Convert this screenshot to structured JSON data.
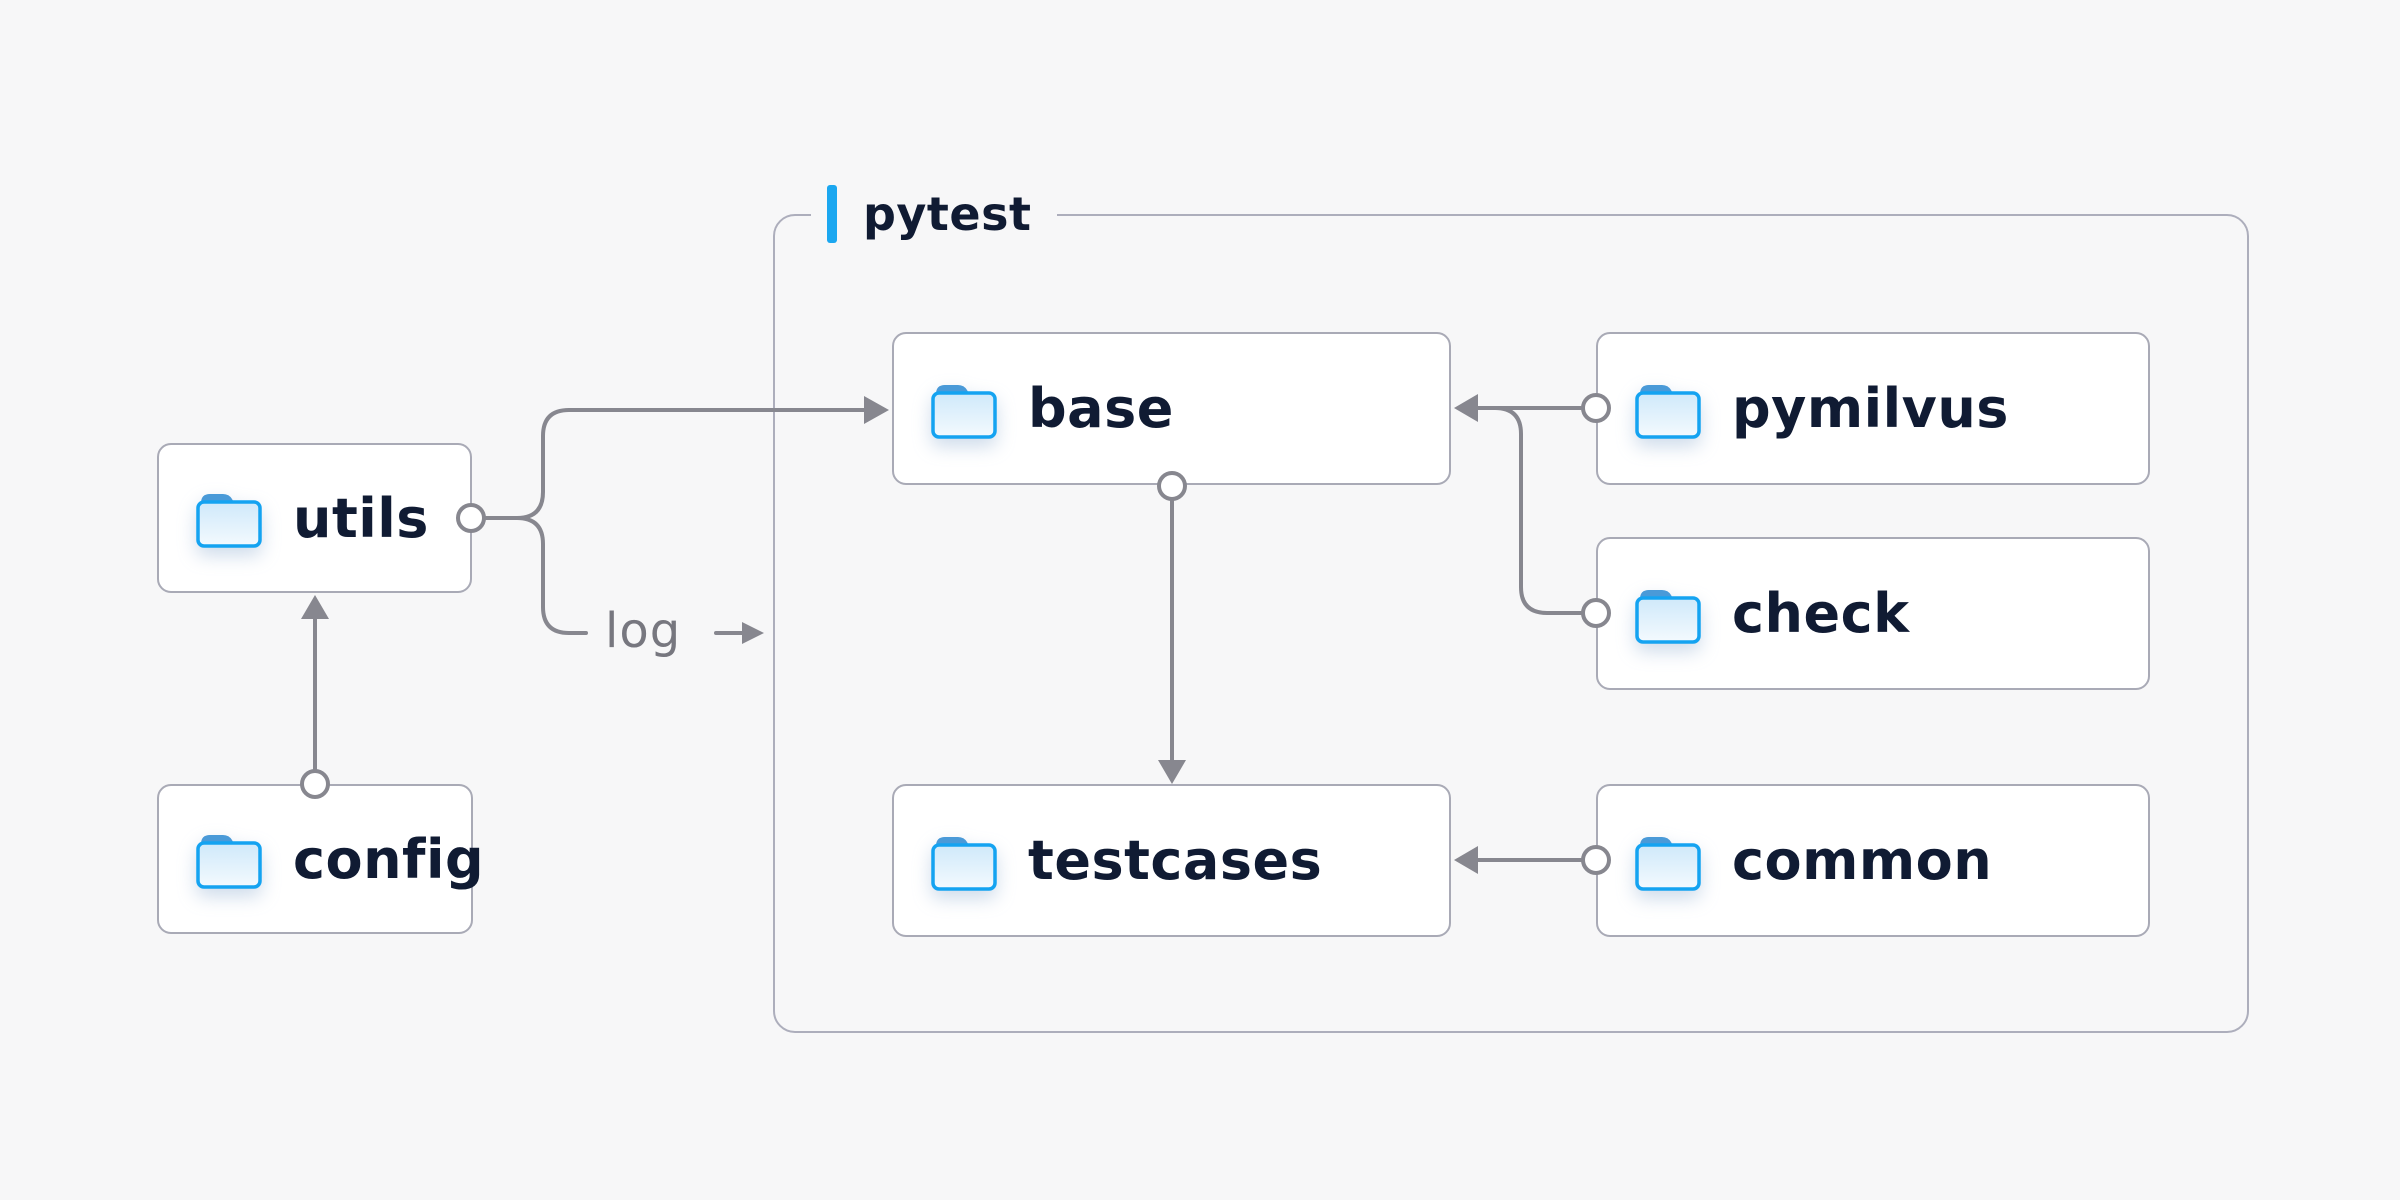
{
  "container": {
    "label": "pytest"
  },
  "nodes": [
    {
      "id": "utils",
      "label": "utils"
    },
    {
      "id": "config",
      "label": "config"
    },
    {
      "id": "base",
      "label": "base"
    },
    {
      "id": "pymilvus",
      "label": "pymilvus"
    },
    {
      "id": "check",
      "label": "check"
    },
    {
      "id": "testcases",
      "label": "testcases"
    },
    {
      "id": "common",
      "label": "common"
    }
  ],
  "edge_label": {
    "text": "log"
  },
  "edges": [
    {
      "from": "config",
      "to": "utils"
    },
    {
      "from": "utils",
      "to": "base"
    },
    {
      "from": "utils",
      "to": "log"
    },
    {
      "from": "pymilvus",
      "to": "base"
    },
    {
      "from": "check",
      "to": "base"
    },
    {
      "from": "base",
      "to": "testcases"
    },
    {
      "from": "common",
      "to": "testcases"
    }
  ],
  "icons": {
    "node_icon": "folder-icon",
    "label_icon": "accent-bar-icon"
  },
  "colors": {
    "background": "#f7f7f8",
    "node_background": "#ffffff",
    "node_border": "#a9aab6",
    "container_border": "#adaebc",
    "connector": "#87878f",
    "text": "#101b33",
    "edge_label_text": "#77777f",
    "accent_blue": "#1ba7f0",
    "folder_stroke": "#14a3f1",
    "folder_tab": "#4a9ad8",
    "folder_fill_top": "#cfe9fa",
    "folder_fill_bottom": "#f4fafe"
  }
}
